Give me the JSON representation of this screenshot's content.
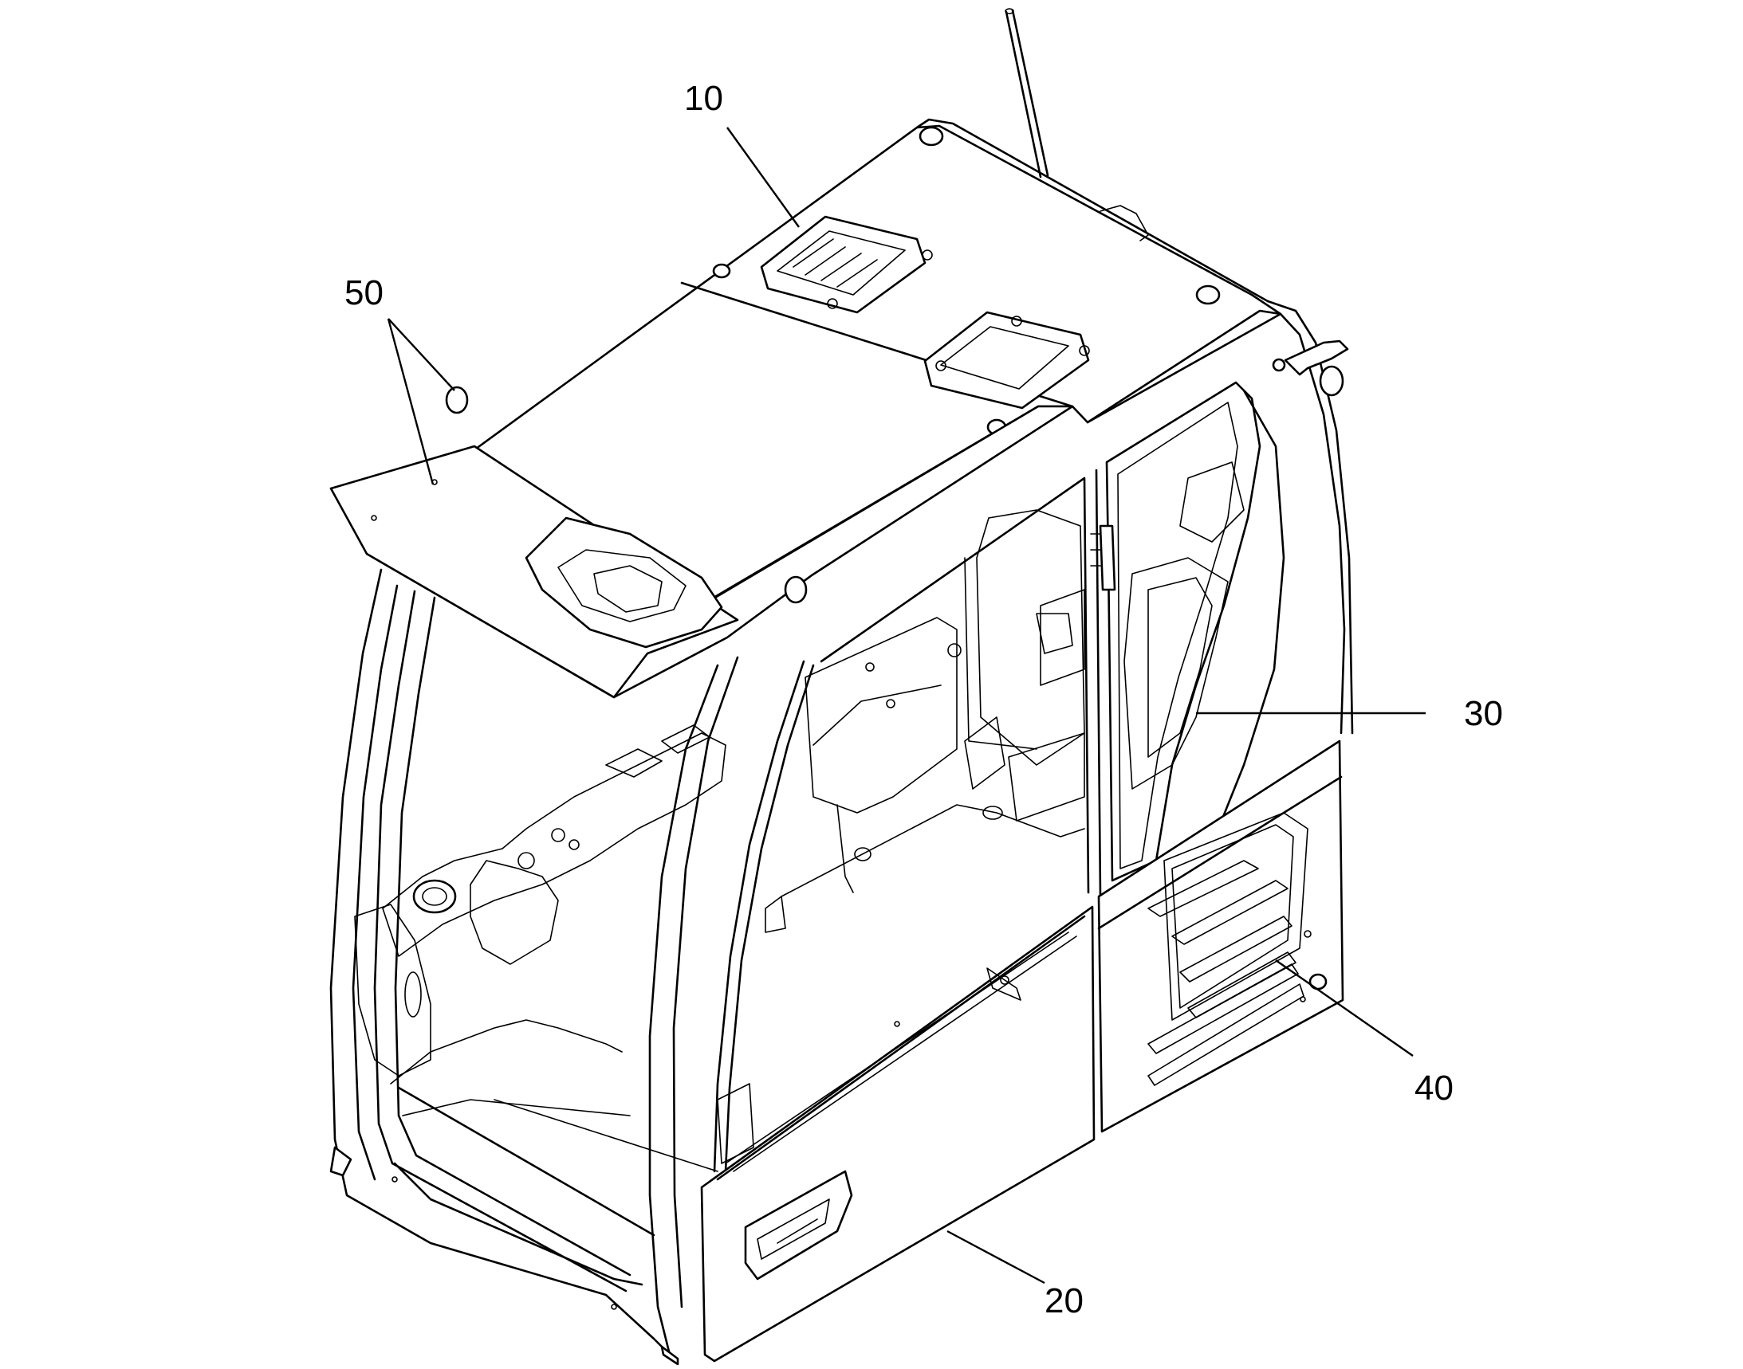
{
  "callouts": [
    {
      "id": "10",
      "label": "10"
    },
    {
      "id": "20",
      "label": "20"
    },
    {
      "id": "30",
      "label": "30"
    },
    {
      "id": "40",
      "label": "40"
    },
    {
      "id": "50",
      "label": "50"
    }
  ]
}
